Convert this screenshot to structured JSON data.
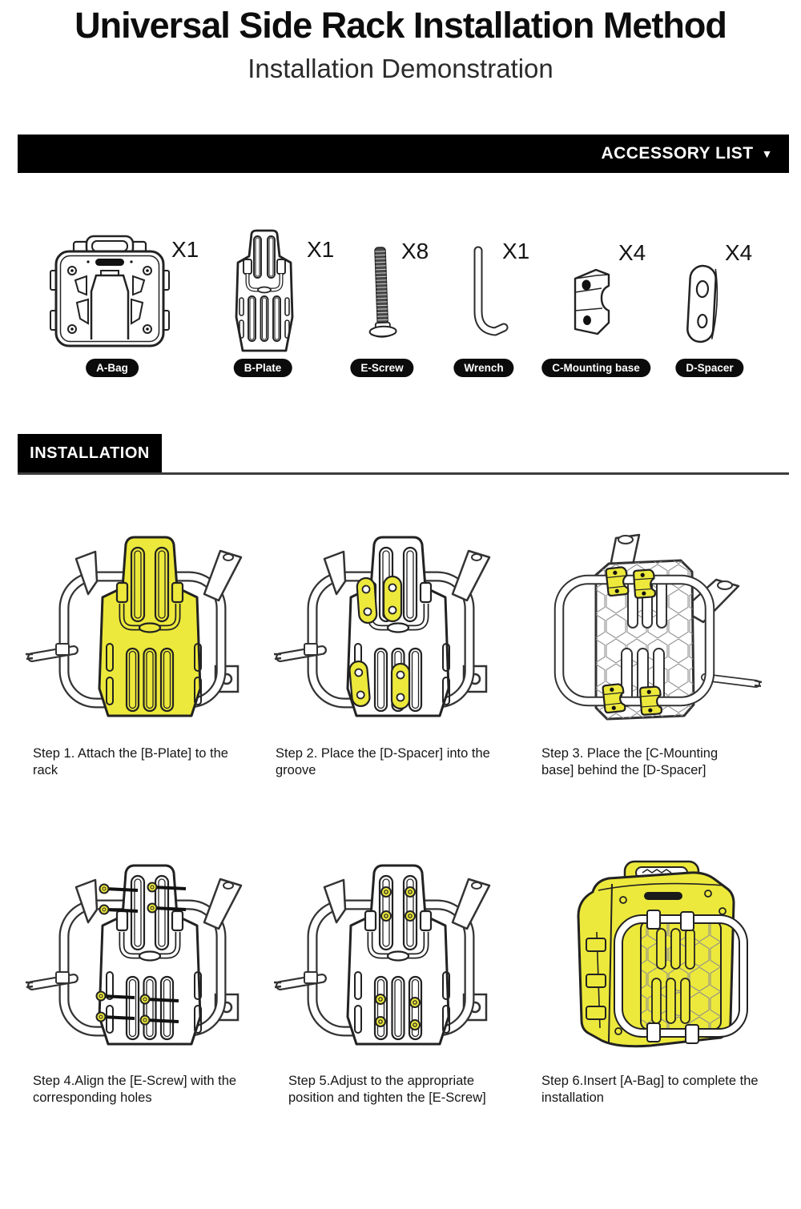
{
  "header": {
    "title": "Universal Side Rack Installation Method",
    "subtitle": "Installation Demonstration"
  },
  "accessory_section": {
    "banner_label": "ACCESSORY LIST",
    "banner_arrow": "▼",
    "items": [
      {
        "name": "A-Bag",
        "qty": "X1",
        "icon": "a-bag-icon"
      },
      {
        "name": "B-Plate",
        "qty": "X1",
        "icon": "b-plate-icon"
      },
      {
        "name": "E-Screw",
        "qty": "X8",
        "icon": "e-screw-icon"
      },
      {
        "name": "Wrench",
        "qty": "X1",
        "icon": "allen-wrench-icon"
      },
      {
        "name": "C-Mounting base",
        "qty": "X4",
        "icon": "c-mounting-base-icon"
      },
      {
        "name": "D-Spacer",
        "qty": "X4",
        "icon": "d-spacer-icon"
      }
    ]
  },
  "installation_section": {
    "banner_label": "INSTALLATION",
    "steps": [
      {
        "caption": "Step 1. Attach the [B-Plate] to the rack",
        "highlight_part": "B-Plate"
      },
      {
        "caption": "Step 2. Place the [D-Spacer] into the groove",
        "highlight_part": "D-Spacer"
      },
      {
        "caption": "Step 3. Place the [C-Mounting base] behind the [D-Spacer]",
        "highlight_part": "C-Mounting base"
      },
      {
        "caption": "Step 4.Align the [E-Screw] with the corresponding holes",
        "highlight_part": "E-Screw"
      },
      {
        "caption": "Step 5.Adjust to the appropriate position and tighten the [E-Screw]",
        "highlight_part": "E-Screw"
      },
      {
        "caption": "Step 6.Insert [A-Bag] to complete the installation",
        "highlight_part": "A-Bag"
      }
    ]
  },
  "colors": {
    "highlight_yellow": "#ede93c",
    "banner_background": "#000000",
    "line_art": "#333333"
  }
}
